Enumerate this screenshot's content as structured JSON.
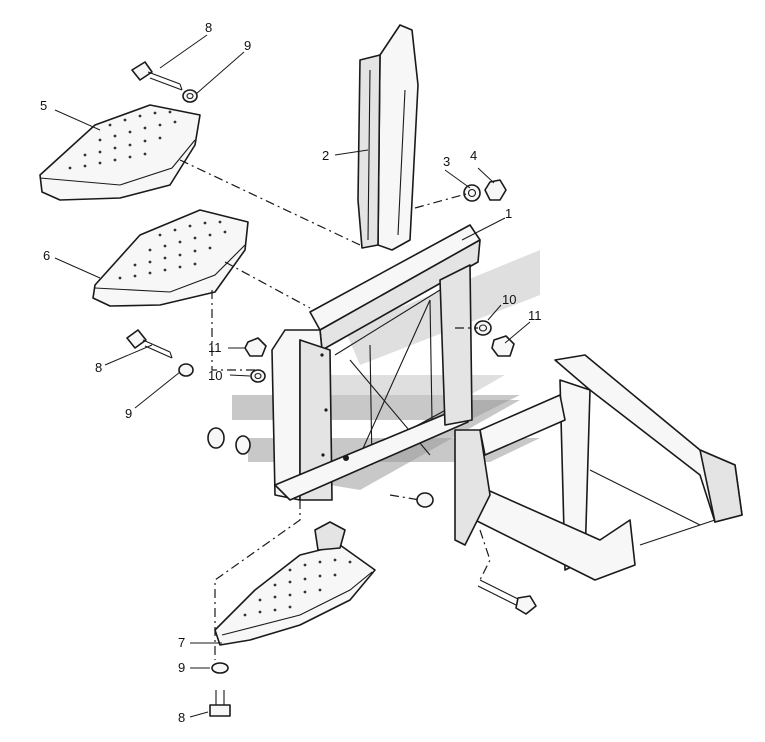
{
  "diagram": {
    "type": "exploded-parts-view",
    "callouts": [
      "1",
      "2",
      "3",
      "4",
      "5",
      "6",
      "7",
      "8",
      "9",
      "10",
      "11"
    ],
    "watermark_color": "#9a9a9a"
  }
}
